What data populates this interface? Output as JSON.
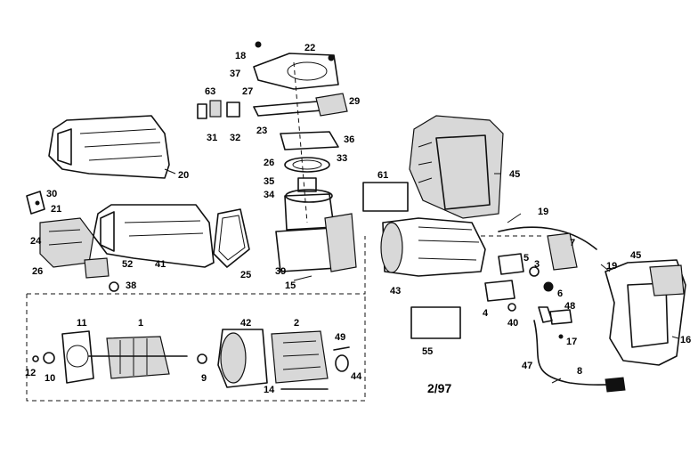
{
  "diagram": {
    "date_stamp": "2/97",
    "part_numbers": {
      "p18a": "18",
      "p22": "22",
      "p37": "37",
      "p27": "27",
      "p29": "29",
      "p63": "63",
      "p31": "31",
      "p32": "32",
      "p23": "23",
      "p36": "36",
      "p33": "33",
      "p26a": "26",
      "p35": "35",
      "p34": "34",
      "p20": "20",
      "p30": "30",
      "p21": "21",
      "p24": "24",
      "p26b": "26",
      "p52": "52",
      "p41": "41",
      "p38": "38",
      "p25": "25",
      "p39": "39",
      "p15": "15",
      "p61": "61",
      "p45a": "45",
      "p43": "43",
      "p19a": "19",
      "p7": "7",
      "p5": "5",
      "p3": "3",
      "p6": "6",
      "p4": "4",
      "p40": "40",
      "p48": "48",
      "p17": "17",
      "p47": "47",
      "p8": "8",
      "p55": "55",
      "p19b": "19",
      "p45b": "45",
      "p16": "16",
      "p11": "11",
      "p1": "1",
      "p42": "42",
      "p2": "2",
      "p49": "49",
      "p12": "12",
      "p10": "10",
      "p9": "9",
      "p14": "14",
      "p44": "44"
    }
  }
}
